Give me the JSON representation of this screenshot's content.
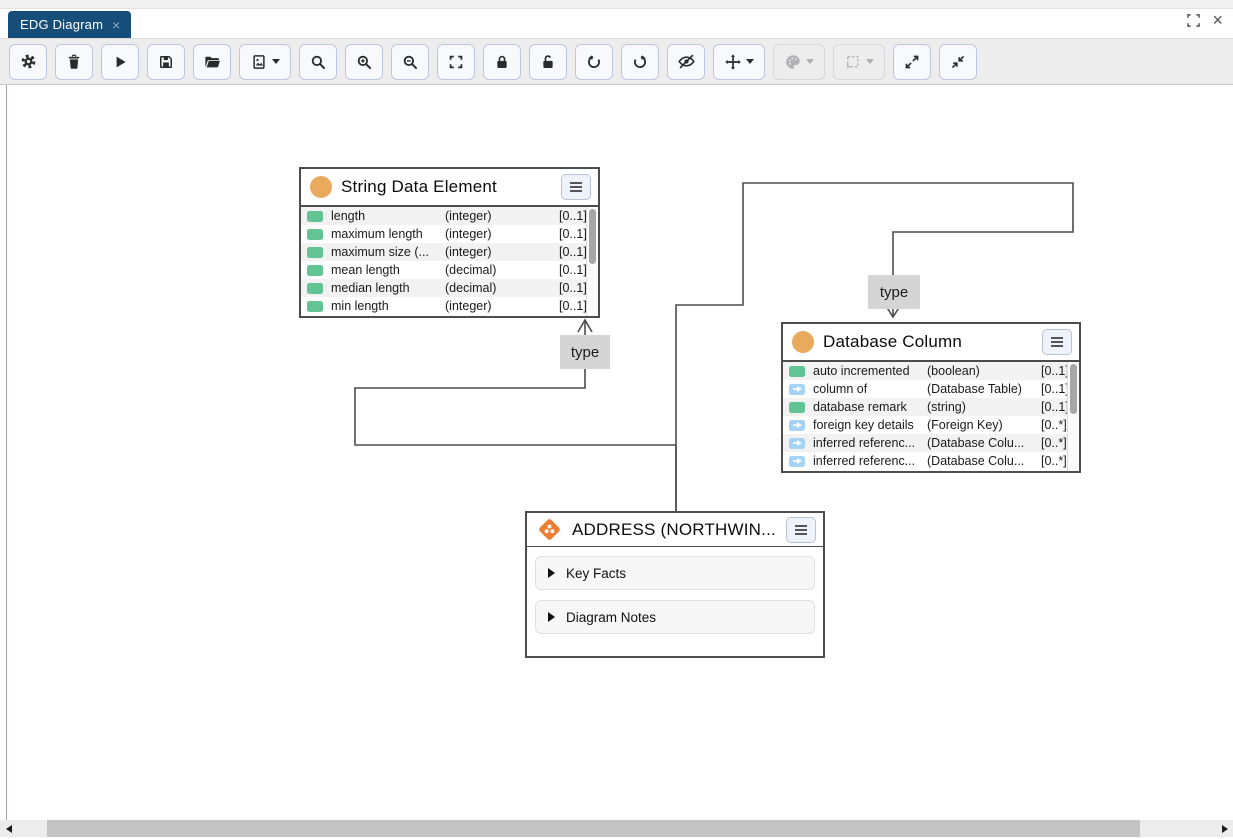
{
  "window": {
    "tab": {
      "label": "EDG Diagram"
    },
    "panel_controls": [
      {
        "icon": "maximize-panel-icon"
      },
      {
        "icon": "close-panel-icon"
      }
    ]
  },
  "toolbar": {
    "buttons": [
      {
        "id": "settings",
        "icon": "gear-icon",
        "enabled": true,
        "has_caret": false
      },
      {
        "id": "delete",
        "icon": "trash-icon",
        "enabled": true,
        "has_caret": false
      },
      {
        "id": "run",
        "icon": "play-icon",
        "enabled": true,
        "has_caret": false
      },
      {
        "id": "save",
        "icon": "save-icon",
        "enabled": true,
        "has_caret": false
      },
      {
        "id": "open",
        "icon": "folder-open-icon",
        "enabled": true,
        "has_caret": false
      },
      {
        "id": "export-image",
        "icon": "image-file-icon",
        "enabled": true,
        "has_caret": true
      },
      {
        "id": "search",
        "icon": "search-icon",
        "enabled": true,
        "has_caret": false
      },
      {
        "id": "zoom-in",
        "icon": "zoom-in-icon",
        "enabled": true,
        "has_caret": false
      },
      {
        "id": "zoom-out",
        "icon": "zoom-out-icon",
        "enabled": true,
        "has_caret": false
      },
      {
        "id": "fit-screen",
        "icon": "fit-screen-icon",
        "enabled": true,
        "has_caret": false
      },
      {
        "id": "lock",
        "icon": "lock-icon",
        "enabled": true,
        "has_caret": false
      },
      {
        "id": "unlock",
        "icon": "unlock-icon",
        "enabled": true,
        "has_caret": false
      },
      {
        "id": "undo",
        "icon": "undo-icon",
        "enabled": true,
        "has_caret": false
      },
      {
        "id": "redo",
        "icon": "redo-icon",
        "enabled": true,
        "has_caret": false
      },
      {
        "id": "hide",
        "icon": "eye-off-icon",
        "enabled": true,
        "has_caret": false
      },
      {
        "id": "move",
        "icon": "move-icon",
        "enabled": true,
        "has_caret": true
      },
      {
        "id": "style",
        "icon": "palette-icon",
        "enabled": false,
        "has_caret": true
      },
      {
        "id": "selection",
        "icon": "selection-box-icon",
        "enabled": false,
        "has_caret": true
      },
      {
        "id": "expand-all",
        "icon": "expand-arrows-icon",
        "enabled": true,
        "has_caret": false
      },
      {
        "id": "collapse-all",
        "icon": "collapse-arrows-icon",
        "enabled": true,
        "has_caret": false
      }
    ]
  },
  "canvas": {
    "nodes": [
      {
        "title": "String Data Element",
        "header_icon": "class-circle-icon",
        "rows": [
          {
            "kind": "attribute",
            "icon": "attribute-square-icon",
            "name": "length",
            "type": "(integer)",
            "card": "[0..1]"
          },
          {
            "kind": "attribute",
            "icon": "attribute-square-icon",
            "name": "maximum length",
            "type": "(integer)",
            "card": "[0..1]"
          },
          {
            "kind": "attribute",
            "icon": "attribute-square-icon",
            "name": "maximum size (...",
            "type": "(integer)",
            "card": "[0..1]"
          },
          {
            "kind": "attribute",
            "icon": "attribute-square-icon",
            "name": "mean length",
            "type": "(decimal)",
            "card": "[0..1]"
          },
          {
            "kind": "attribute",
            "icon": "attribute-square-icon",
            "name": "median length",
            "type": "(decimal)",
            "card": "[0..1]"
          },
          {
            "kind": "attribute",
            "icon": "attribute-square-icon",
            "name": "min length",
            "type": "(integer)",
            "card": "[0..1]"
          }
        ]
      },
      {
        "title": "Database Column",
        "header_icon": "class-circle-icon",
        "rows": [
          {
            "kind": "attribute",
            "icon": "attribute-square-icon",
            "name": "auto incremented",
            "type": "(boolean)",
            "card": "[0..1]"
          },
          {
            "kind": "relation",
            "icon": "relation-arrow-icon",
            "name": "column of",
            "type": "(Database Table)",
            "card": "[0..1]"
          },
          {
            "kind": "attribute",
            "icon": "attribute-square-icon",
            "name": "database remark",
            "type": "(string)",
            "card": "[0..1]"
          },
          {
            "kind": "relation",
            "icon": "relation-arrow-icon",
            "name": "foreign key details",
            "type": "(Foreign Key)",
            "card": "[0..*]"
          },
          {
            "kind": "relation",
            "icon": "relation-arrow-icon",
            "name": "inferred referenc...",
            "type": "(Database Colu...",
            "card": "[0..*]"
          },
          {
            "kind": "relation",
            "icon": "relation-arrow-icon",
            "name": "inferred referenc...",
            "type": "(Database Colu...",
            "card": "[0..*]"
          }
        ]
      },
      {
        "title": "ADDRESS (NORTHWIN...",
        "header_icon": "instance-diamond-icon",
        "sections": [
          {
            "label": "Key Facts"
          },
          {
            "label": "Diagram Notes"
          }
        ]
      }
    ],
    "edges": [
      {
        "label": "type",
        "from": "ADDRESS (NORTHWIN...",
        "to": "String Data Element"
      },
      {
        "label": "type",
        "from": "ADDRESS (NORTHWIN...",
        "to": "Database Column"
      }
    ]
  },
  "colors": {
    "tab_bg": "#174e79",
    "node_border": "#4d4d4d",
    "attribute_green": "#63c493",
    "relation_blue": "#a6d3f3",
    "class_orange": "#e9aa5e",
    "instance_orange": "#ee7d33",
    "edge_line": "#4d4d4d",
    "edge_label_bg": "#d5d5d5"
  }
}
